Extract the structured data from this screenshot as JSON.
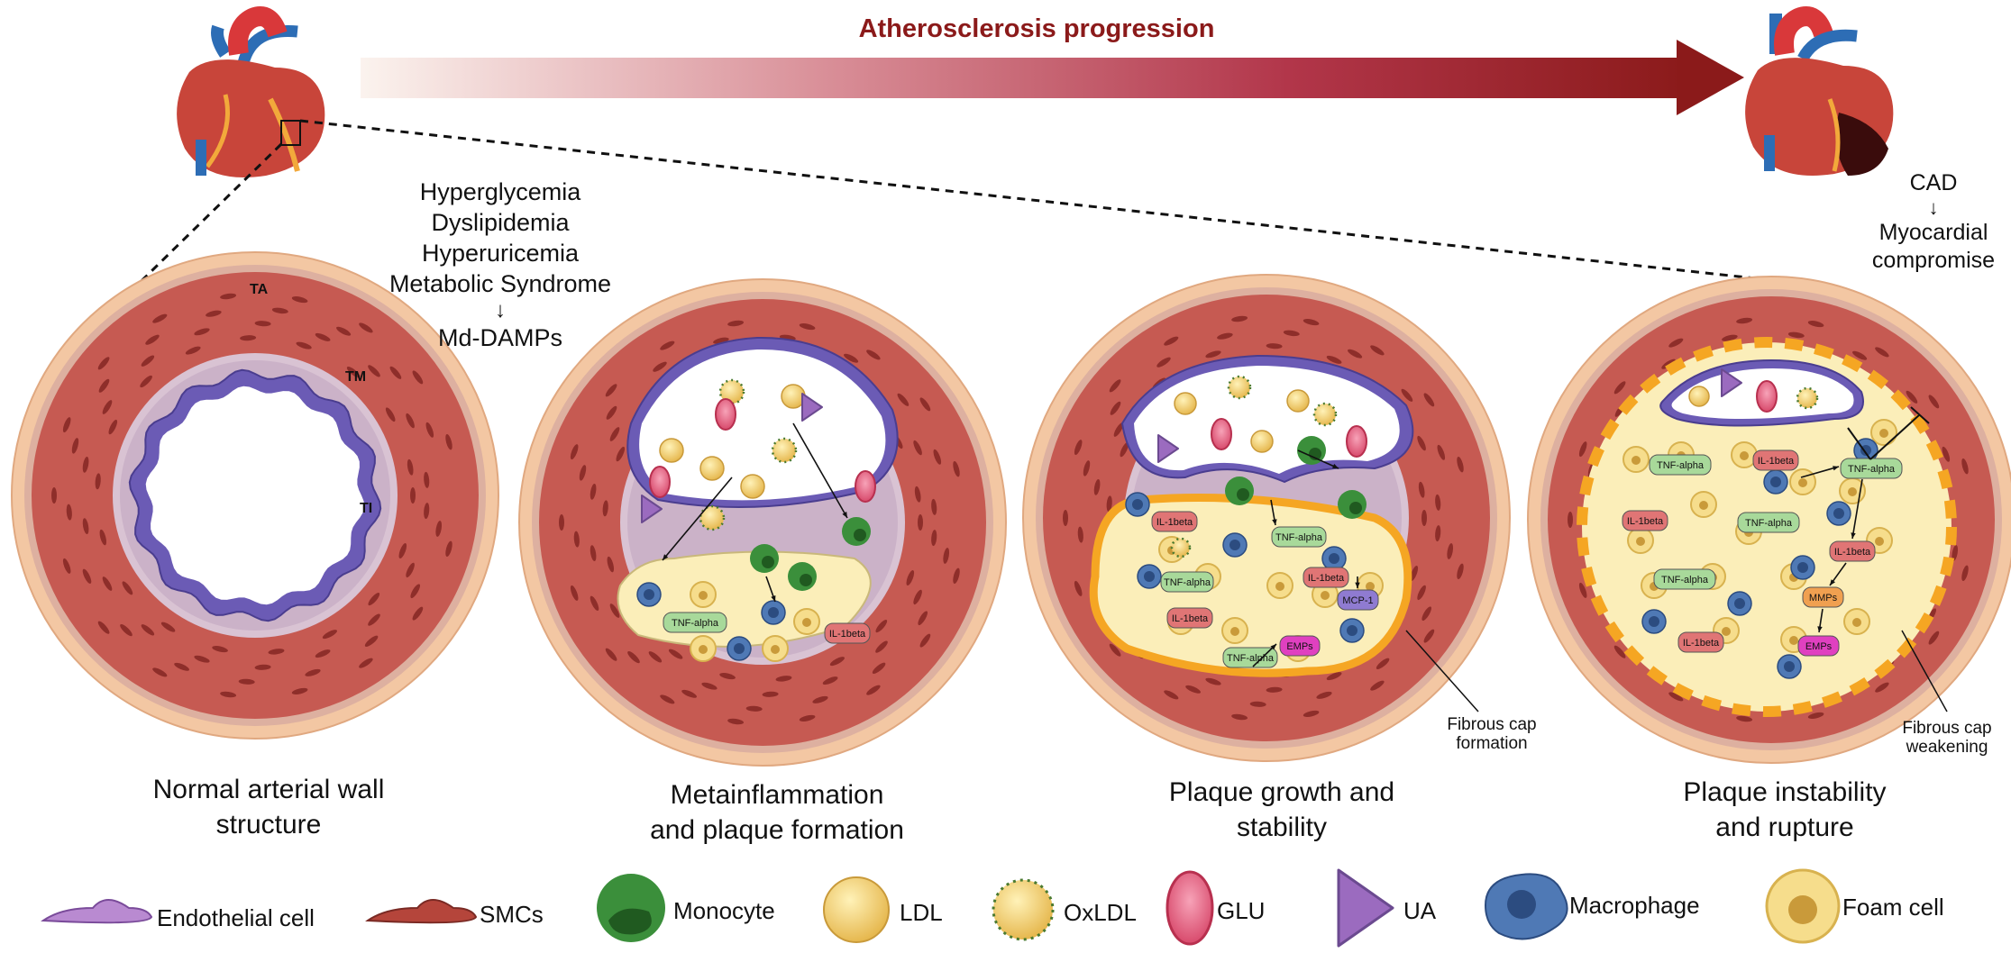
{
  "header": {
    "title": "Atherosclerosis progression"
  },
  "risk_factors": {
    "items": [
      "Hyperglycemia",
      "Dyslipidemia",
      "Hyperuricemia",
      "Metabolic Syndrome"
    ],
    "arrow": "↓",
    "result": "Md-DAMPs"
  },
  "outcome": {
    "first": "CAD",
    "arrow": "↓",
    "second_line1": "Myocardial",
    "second_line2": "compromise"
  },
  "layers": {
    "ta": "TA",
    "tm": "TM",
    "ti": "TI"
  },
  "stages": [
    {
      "line1": "Normal arterial wall",
      "line2": "structure"
    },
    {
      "line1": "Metainflammation",
      "line2": "and plaque formation"
    },
    {
      "line1": "Plaque growth and",
      "line2": "stability"
    },
    {
      "line1": "Plaque instability",
      "line2": "and rupture"
    }
  ],
  "annotations": {
    "cap_formation_1": "Fibrous cap",
    "cap_formation_2": "formation",
    "cap_weakening_1": "Fibrous cap",
    "cap_weakening_2": "weakening"
  },
  "labels": {
    "tnf": "TNF-alpha",
    "il1": "IL-1beta",
    "mcp": "MCP-1",
    "mmp": "MMPs",
    "emp": "EMPs"
  },
  "legend": [
    {
      "label": "Endothelial cell",
      "icon": "endothelial-cell-icon"
    },
    {
      "label": "SMCs",
      "icon": "smc-icon"
    },
    {
      "label": "Monocyte",
      "icon": "monocyte-icon"
    },
    {
      "label": "LDL",
      "icon": "ldl-icon"
    },
    {
      "label": "OxLDL",
      "icon": "oxldl-icon"
    },
    {
      "label": "GLU",
      "icon": "glu-icon"
    },
    {
      "label": "UA",
      "icon": "ua-icon"
    },
    {
      "label": "Macrophage",
      "icon": "macrophage-icon"
    },
    {
      "label": "Foam cell",
      "icon": "foam-cell-icon"
    }
  ],
  "colors": {
    "title": "#8b1a1a",
    "adventitia": "#f3c7a3",
    "media": "#c65a52",
    "endothelium": "#6b5bb5",
    "plaque": "#fbeeb9",
    "cap": "#f5a623",
    "tnf": "#a8d99a",
    "il1": "#e07575",
    "mcp": "#8f7bd1",
    "mmp": "#f0a050",
    "emp": "#e040c0"
  }
}
